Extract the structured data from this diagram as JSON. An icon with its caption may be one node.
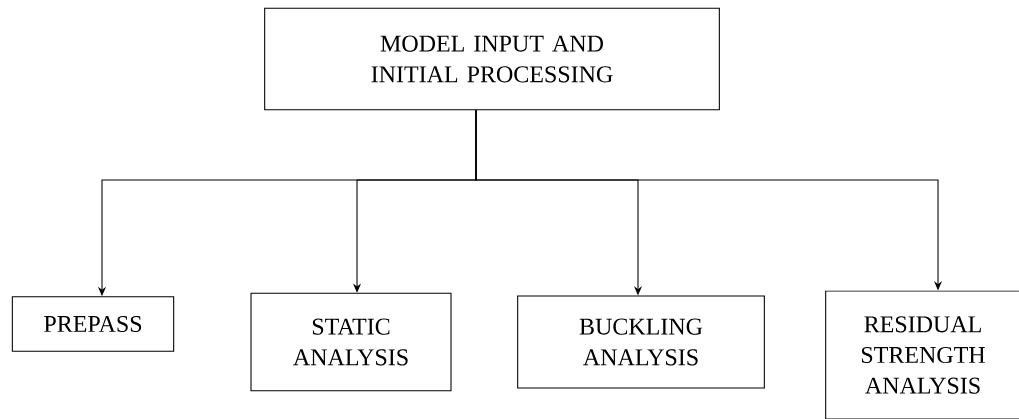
{
  "diagram": {
    "nodes": [
      {
        "text": [
          "MODEL INPUT AND INITIAL PROCESSING"
        ]
      },
      {
        "text": [
          "PREPASS"
        ]
      },
      {
        "text": [
          "STATIC ANALYSIS"
        ]
      },
      {
        "text": [
          "BUCKLING ANALYSIS"
        ]
      },
      {
        "text": [
          "RESIDUAL STRENGTH ANALYSIS"
        ]
      }
    ],
    "edges": [
      {
        "from": 0,
        "to": 1,
        "arrow": "to"
      },
      {
        "from": 0,
        "to": 2,
        "arrow": "to"
      },
      {
        "from": 0,
        "to": 3,
        "arrow": "to"
      },
      {
        "from": 0,
        "to": 4,
        "arrow": "to"
      }
    ]
  }
}
